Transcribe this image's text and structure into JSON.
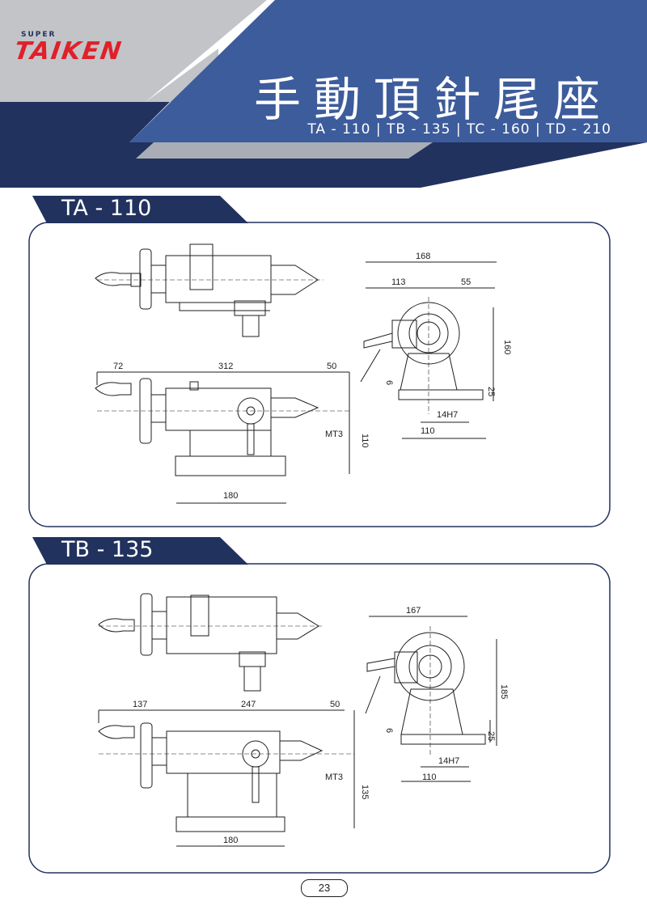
{
  "brand": {
    "super": "SUPER",
    "name": "TAIKEN"
  },
  "header": {
    "title": "手動頂針尾座",
    "subtitle": "TA - 110 | TB - 135 | TC - 160 | TD - 210"
  },
  "sections": [
    {
      "label": "TA - 110",
      "dims": {
        "top_width": "168",
        "top_left": "113",
        "top_right": "55",
        "height": "160",
        "foot_gap": "6",
        "base_h": "25",
        "slot": "14H7",
        "base_w": "110",
        "len_left": "72",
        "len_mid": "312",
        "len_right": "50",
        "taper": "MT3",
        "center_h": "110",
        "base_len": "180"
      }
    },
    {
      "label": "TB - 135",
      "dims": {
        "top_width": "167",
        "height": "185",
        "foot_gap": "6",
        "base_h": "25",
        "slot": "14H7",
        "base_w": "110",
        "len_left": "137",
        "len_mid": "247",
        "len_right": "50",
        "taper": "MT3",
        "center_h": "135",
        "base_len": "180"
      }
    }
  ],
  "page_number": "23",
  "colors": {
    "navy": "#22325e",
    "blue": "#3c5a9a",
    "gray": "#bfc2c7",
    "red": "#e0202a"
  }
}
